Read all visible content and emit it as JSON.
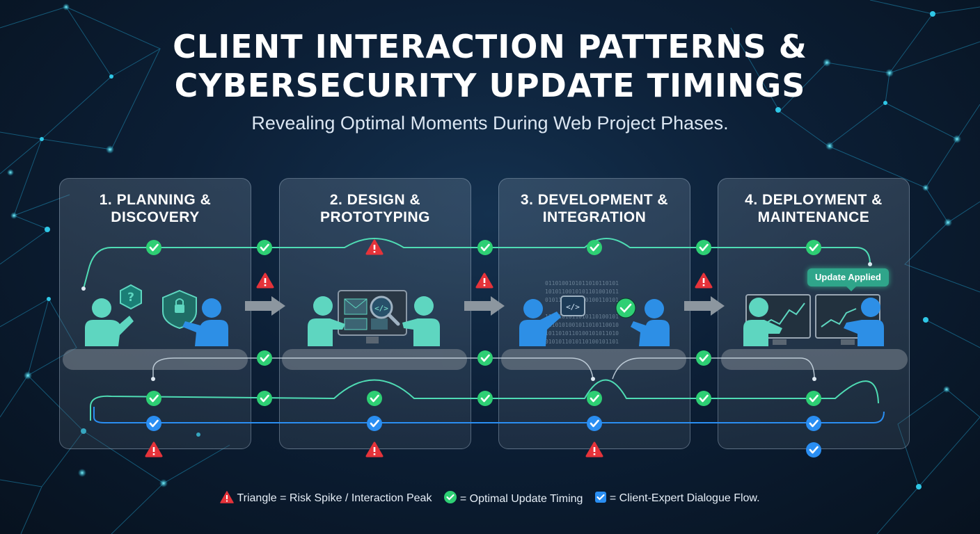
{
  "header": {
    "title_line1": "CLIENT INTERACTION PATTERNS &",
    "title_line2": "CYBERSECURITY UPDATE TIMINGS",
    "subtitle": "Revealing Optimal Moments During Web Project Phases."
  },
  "phases": [
    {
      "line1": "1. PLANNING &",
      "line2": "DISCOVERY"
    },
    {
      "line1": "2. DESIGN &",
      "line2": "PROTOTYPING"
    },
    {
      "line1": "3. DEVELOPMENT &",
      "line2": "INTEGRATION"
    },
    {
      "line1": "4. DEPLOYMENT &",
      "line2": "MAINTENANCE"
    }
  ],
  "callout": {
    "update_applied": "Update Applied"
  },
  "legend": {
    "risk": "Triangle = Risk Spike / Interaction Peak",
    "optimal": "= Optimal Update Timing",
    "dialogue": "= Client-Expert Dialogue Flow."
  },
  "icons": {
    "risk": "warning-triangle-icon",
    "optimal": "green-check-circle-icon",
    "dialogue": "blue-check-square-icon",
    "question": "question-hexagon-icon",
    "shield": "shield-lock-icon",
    "code": "code-brackets-icon"
  },
  "colors": {
    "optimal": "#2ecf74",
    "dialogue": "#2a8ef2",
    "risk": "#e5333a",
    "flow_line": "#4fdcb4",
    "figure_teal": "#5ed6c0",
    "figure_blue": "#2d8fe6"
  }
}
